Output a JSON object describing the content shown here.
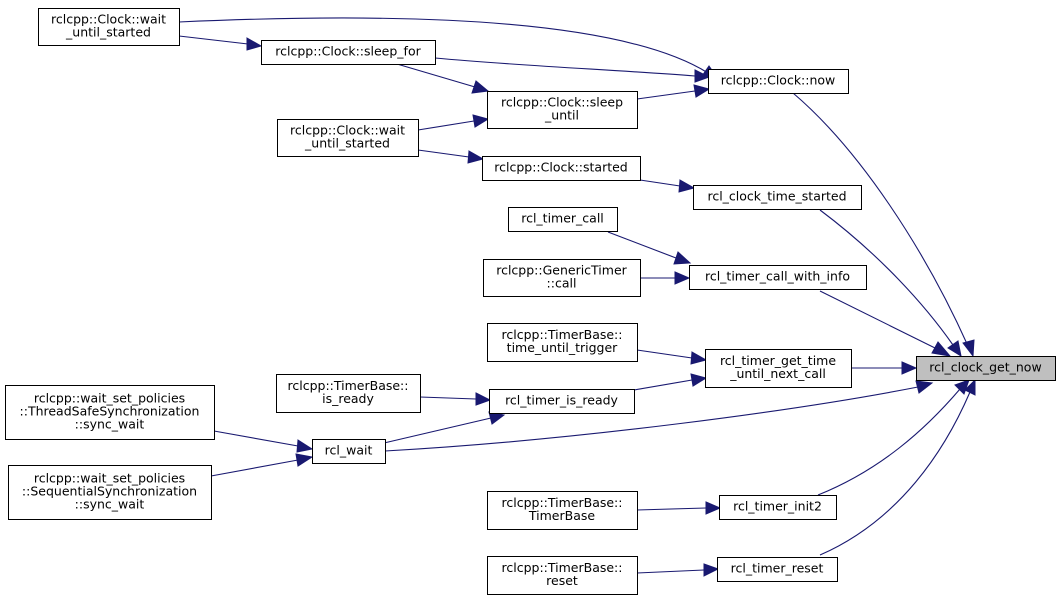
{
  "colors": {
    "edge": "#191970",
    "target_fill": "#bfbfbf",
    "node_fill": "#ffffff",
    "border": "#000000"
  },
  "nodes": {
    "n_target": {
      "lines": [
        "rcl_clock_get_now"
      ]
    },
    "n_now": {
      "lines": [
        "rclcpp::Clock::now"
      ]
    },
    "n_wus1": {
      "lines": [
        "rclcpp::Clock::wait",
        "_until_started"
      ]
    },
    "n_sleep_for": {
      "lines": [
        "rclcpp::Clock::sleep_for"
      ]
    },
    "n_sleep_until": {
      "lines": [
        "rclcpp::Clock::sleep",
        "_until"
      ]
    },
    "n_wus2": {
      "lines": [
        "rclcpp::Clock::wait",
        "_until_started"
      ]
    },
    "n_started": {
      "lines": [
        "rclcpp::Clock::started"
      ]
    },
    "n_time_started": {
      "lines": [
        "rcl_clock_time_started"
      ]
    },
    "n_timer_call": {
      "lines": [
        "rcl_timer_call"
      ]
    },
    "n_generic_call": {
      "lines": [
        "rclcpp::GenericTimer",
        "::call"
      ]
    },
    "n_call_info": {
      "lines": [
        "rcl_timer_call_with_info"
      ]
    },
    "n_tb_tut": {
      "lines": [
        "rclcpp::TimerBase::",
        "time_until_trigger"
      ]
    },
    "n_get_time": {
      "lines": [
        "rcl_timer_get_time",
        "_until_next_call"
      ]
    },
    "n_tb_ready": {
      "lines": [
        "rclcpp::TimerBase::",
        "is_ready"
      ]
    },
    "n_is_ready": {
      "lines": [
        "rcl_timer_is_ready"
      ]
    },
    "n_ts_sync": {
      "lines": [
        "rclcpp::wait_set_policies",
        "::ThreadSafeSynchronization",
        "::sync_wait"
      ]
    },
    "n_seq_sync": {
      "lines": [
        "rclcpp::wait_set_policies",
        "::SequentialSynchronization",
        "::sync_wait"
      ]
    },
    "n_rcl_wait": {
      "lines": [
        "rcl_wait"
      ]
    },
    "n_tb_ctor": {
      "lines": [
        "rclcpp::TimerBase::",
        "TimerBase"
      ]
    },
    "n_init2": {
      "lines": [
        "rcl_timer_init2"
      ]
    },
    "n_tb_reset": {
      "lines": [
        "rclcpp::TimerBase::",
        "reset"
      ]
    },
    "n_timer_reset": {
      "lines": [
        "rcl_timer_reset"
      ]
    }
  }
}
